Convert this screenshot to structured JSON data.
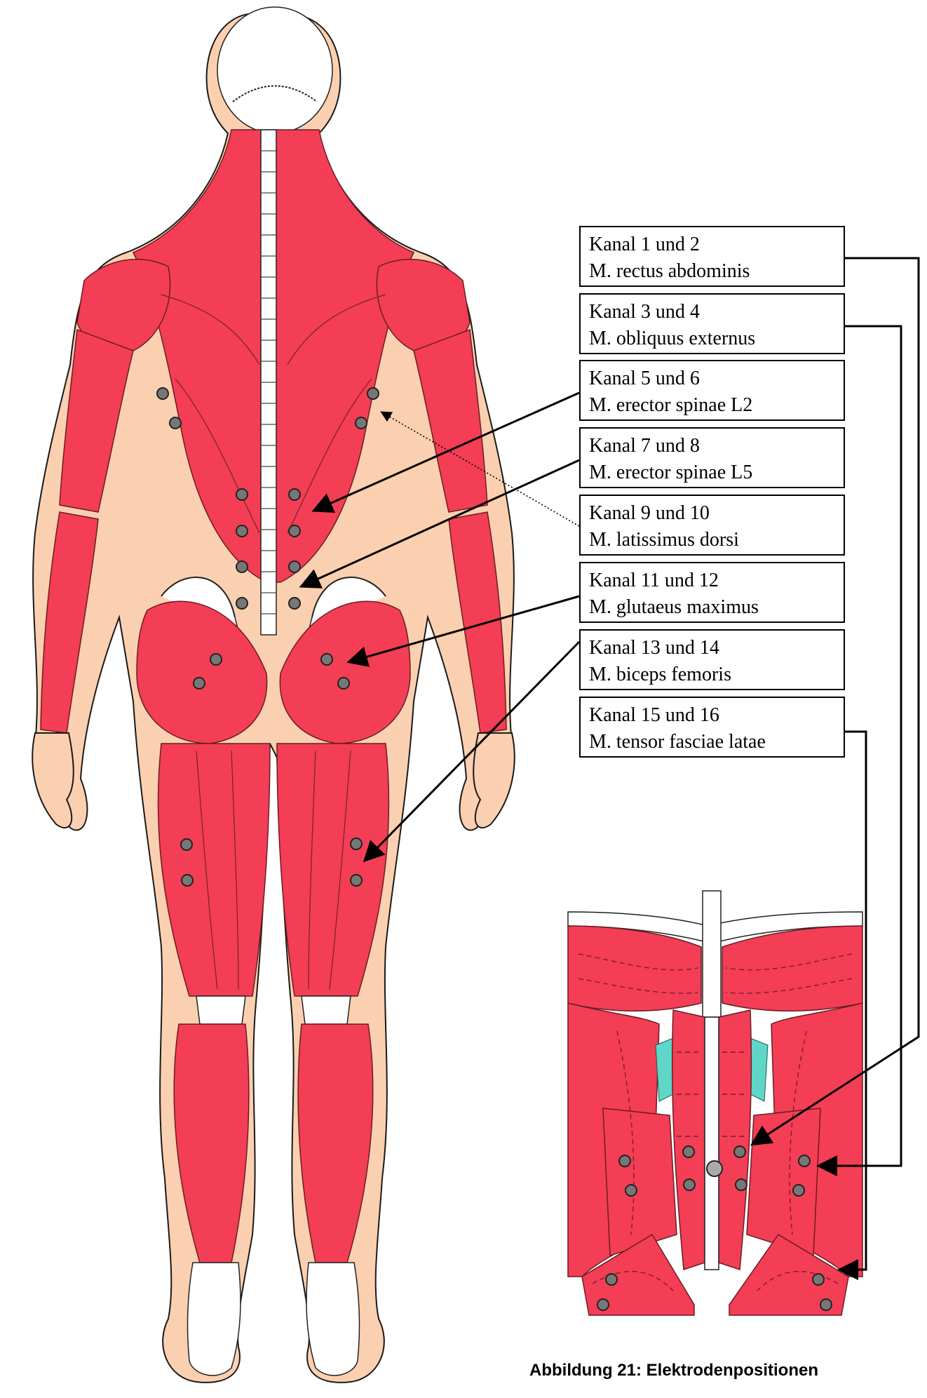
{
  "labels": [
    {
      "channel": "Kanal 1 und 2",
      "muscle": "M. rectus abdominis"
    },
    {
      "channel": "Kanal 3 und 4",
      "muscle": "M. obliquus externus"
    },
    {
      "channel": "Kanal 5 und 6",
      "muscle": "M. erector spinae L2"
    },
    {
      "channel": "Kanal 7 und 8",
      "muscle": "M. erector spinae L5"
    },
    {
      "channel": "Kanal 9 und 10",
      "muscle": "M. latissimus dorsi"
    },
    {
      "channel": "Kanal 11 und 12",
      "muscle": "M. glutaeus maximus"
    },
    {
      "channel": "Kanal 13 und 14",
      "muscle": "M. biceps femoris"
    },
    {
      "channel": "Kanal 15 und 16",
      "muscle": "M. tensor fasciae latae"
    }
  ],
  "caption": "Abbildung 21: Elektrodenpositionen",
  "colors": {
    "muscle": "#f33e55",
    "skin": "#fbd0b0",
    "electrode": "#777777",
    "line": "#000000"
  },
  "icons": {
    "back_figure": "human-back-muscles",
    "front_figure": "abdominal-muscles-front",
    "electrode": "electrode-dot"
  }
}
